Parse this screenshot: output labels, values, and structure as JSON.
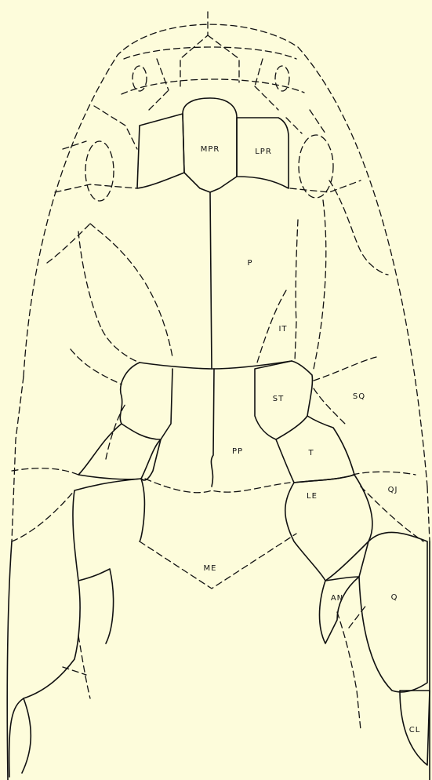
{
  "diagram": {
    "background": "#fdfcdb",
    "line_color": "#111111",
    "labels": {
      "mpr": "MPR",
      "lpr": "LPR",
      "p": "P",
      "it": "IT",
      "st": "ST",
      "sq": "SQ",
      "pp": "PP",
      "t": "T",
      "le": "LE",
      "qj": "QJ",
      "me": "ME",
      "an": "AN",
      "q": "Q",
      "cl": "CL"
    }
  }
}
